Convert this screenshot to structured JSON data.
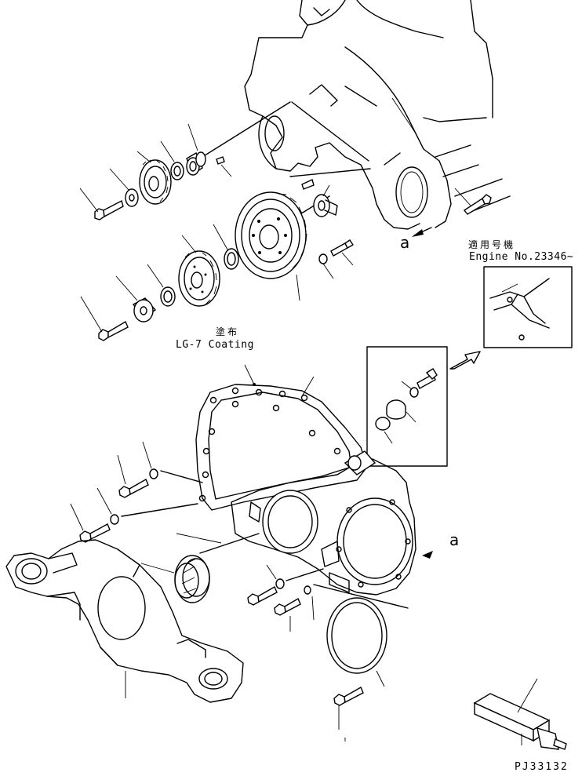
{
  "labels": {
    "applicable_serial_jp": "適用号機",
    "engine_no": "Engine No.23346~",
    "apply_jp": "塗布",
    "coating": "LG-7 Coating",
    "ref_a_upper": "a",
    "ref_a_lower": "a",
    "drawing_no": "PJ33132"
  }
}
